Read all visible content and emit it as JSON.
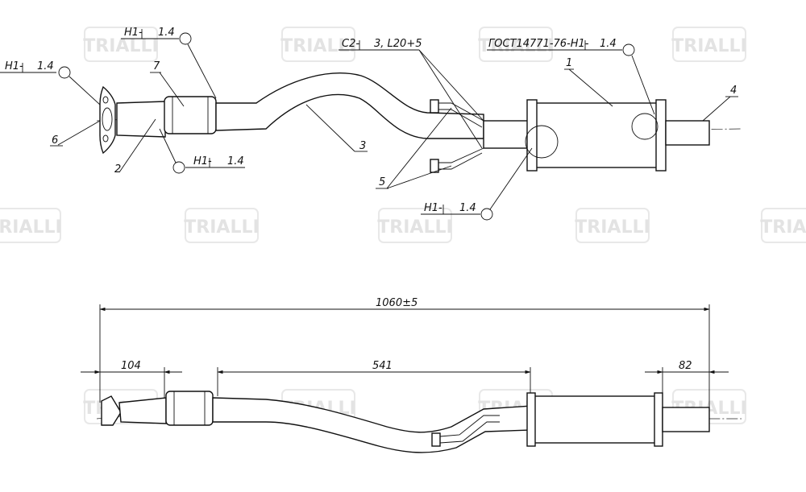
{
  "watermark": {
    "brand": "TRIALLI"
  },
  "top_view": {
    "weld_h1_left": "H1-",
    "weld_h1_left_size": "1.4",
    "weld_h1_top": "H1-",
    "weld_h1_top_size": "1.4",
    "weld_h1_mid": "H1-",
    "weld_h1_mid_size": "1.4",
    "weld_c2": "C2-",
    "weld_c2_size": "3, L20+5",
    "weld_gost": "ГОСТ14771-76-H1-",
    "weld_gost_size": "1.4",
    "weld_h1_bottom": "H1-",
    "weld_h1_bottom_size": "1.4",
    "parts": [
      "1",
      "2",
      "3",
      "4",
      "5",
      "6",
      "7"
    ]
  },
  "side_view": {
    "overall_length": "1060±5",
    "dim_left": "104",
    "dim_middle": "541",
    "dim_right": "82"
  }
}
